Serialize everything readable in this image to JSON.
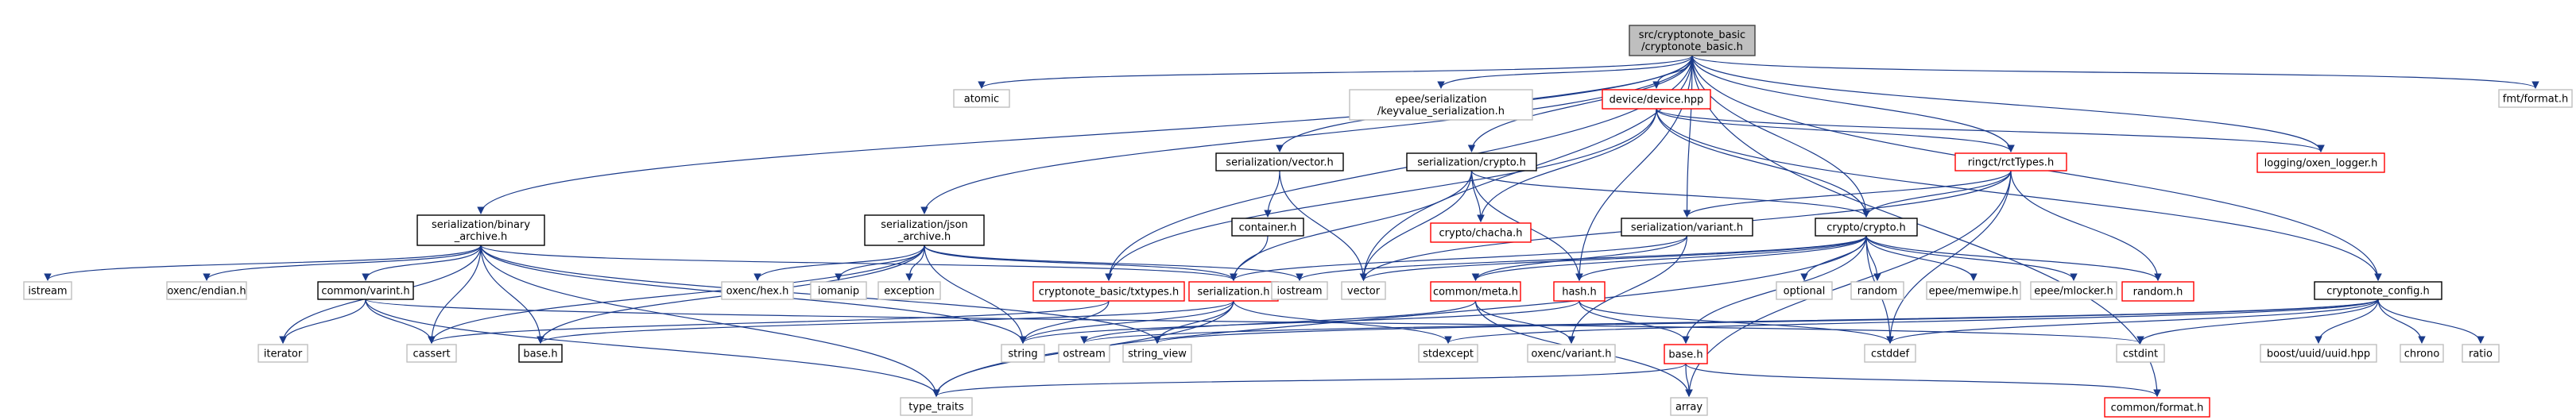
{
  "colors": {
    "root_fill": "#bfbfbf",
    "root_border": "#404040",
    "normal_border": "#000000",
    "truncated_border": "#ff0000",
    "system_border": "#bfbfbf",
    "system_text": "#555555",
    "edge": "#1a3a8a"
  },
  "nodes": [
    {
      "id": "root",
      "lines": [
        "src/cryptonote_basic",
        "/cryptonote_basic.h"
      ],
      "kind": "root"
    },
    {
      "id": "atomic",
      "lines": [
        "atomic"
      ],
      "kind": "system"
    },
    {
      "id": "epee_kv",
      "lines": [
        "epee/serialization",
        "/keyvalue_serialization.h"
      ],
      "kind": "system"
    },
    {
      "id": "device",
      "lines": [
        "device/device.hpp"
      ],
      "kind": "truncated"
    },
    {
      "id": "fmt_format",
      "lines": [
        "fmt/format.h"
      ],
      "kind": "system"
    },
    {
      "id": "ser_vector",
      "lines": [
        "serialization/vector.h"
      ],
      "kind": "normal"
    },
    {
      "id": "ser_crypto",
      "lines": [
        "serialization/crypto.h"
      ],
      "kind": "normal"
    },
    {
      "id": "ringct",
      "lines": [
        "ringct/rctTypes.h"
      ],
      "kind": "truncated"
    },
    {
      "id": "logging",
      "lines": [
        "logging/oxen_logger.h"
      ],
      "kind": "truncated"
    },
    {
      "id": "ser_binary",
      "lines": [
        "serialization/binary",
        "_archive.h"
      ],
      "kind": "normal"
    },
    {
      "id": "ser_json",
      "lines": [
        "serialization/json",
        "_archive.h"
      ],
      "kind": "normal"
    },
    {
      "id": "container",
      "lines": [
        "container.h"
      ],
      "kind": "normal"
    },
    {
      "id": "chacha",
      "lines": [
        "crypto/chacha.h"
      ],
      "kind": "truncated"
    },
    {
      "id": "ser_variant",
      "lines": [
        "serialization/variant.h"
      ],
      "kind": "normal"
    },
    {
      "id": "crypto_crypto",
      "lines": [
        "crypto/crypto.h"
      ],
      "kind": "normal"
    },
    {
      "id": "istream",
      "lines": [
        "istream"
      ],
      "kind": "system"
    },
    {
      "id": "oxenc_endian",
      "lines": [
        "oxenc/endian.h"
      ],
      "kind": "system"
    },
    {
      "id": "varint",
      "lines": [
        "common/varint.h"
      ],
      "kind": "normal"
    },
    {
      "id": "oxenc_hex",
      "lines": [
        "oxenc/hex.h"
      ],
      "kind": "system"
    },
    {
      "id": "iomanip",
      "lines": [
        "iomanip"
      ],
      "kind": "system"
    },
    {
      "id": "exception",
      "lines": [
        "exception"
      ],
      "kind": "system"
    },
    {
      "id": "txtypes",
      "lines": [
        "cryptonote_basic/txtypes.h"
      ],
      "kind": "truncated"
    },
    {
      "id": "serialization",
      "lines": [
        "serialization.h"
      ],
      "kind": "truncated"
    },
    {
      "id": "iostream",
      "lines": [
        "iostream"
      ],
      "kind": "system"
    },
    {
      "id": "vector",
      "lines": [
        "vector"
      ],
      "kind": "system"
    },
    {
      "id": "meta",
      "lines": [
        "common/meta.h"
      ],
      "kind": "truncated"
    },
    {
      "id": "hash",
      "lines": [
        "hash.h"
      ],
      "kind": "truncated"
    },
    {
      "id": "optional",
      "lines": [
        "optional"
      ],
      "kind": "system"
    },
    {
      "id": "random_sys",
      "lines": [
        "random"
      ],
      "kind": "system"
    },
    {
      "id": "memwipe",
      "lines": [
        "epee/memwipe.h"
      ],
      "kind": "system"
    },
    {
      "id": "mlocker",
      "lines": [
        "epee/mlocker.h"
      ],
      "kind": "system"
    },
    {
      "id": "random_h",
      "lines": [
        "random.h"
      ],
      "kind": "truncated"
    },
    {
      "id": "config",
      "lines": [
        "cryptonote_config.h"
      ],
      "kind": "normal"
    },
    {
      "id": "iterator",
      "lines": [
        "iterator"
      ],
      "kind": "system"
    },
    {
      "id": "cassert",
      "lines": [
        "cassert"
      ],
      "kind": "system"
    },
    {
      "id": "base_h",
      "lines": [
        "base.h"
      ],
      "kind": "normal"
    },
    {
      "id": "string",
      "lines": [
        "string"
      ],
      "kind": "system"
    },
    {
      "id": "ostream",
      "lines": [
        "ostream"
      ],
      "kind": "system"
    },
    {
      "id": "string_view",
      "lines": [
        "string_view"
      ],
      "kind": "system"
    },
    {
      "id": "stdexcept",
      "lines": [
        "stdexcept"
      ],
      "kind": "system"
    },
    {
      "id": "oxenc_variant",
      "lines": [
        "oxenc/variant.h"
      ],
      "kind": "system"
    },
    {
      "id": "base_red",
      "lines": [
        "base.h"
      ],
      "kind": "truncated"
    },
    {
      "id": "cstddef",
      "lines": [
        "cstddef"
      ],
      "kind": "system"
    },
    {
      "id": "cstdint",
      "lines": [
        "cstdint"
      ],
      "kind": "system"
    },
    {
      "id": "boost_uuid",
      "lines": [
        "boost/uuid/uuid.hpp"
      ],
      "kind": "system"
    },
    {
      "id": "chrono",
      "lines": [
        "chrono"
      ],
      "kind": "system"
    },
    {
      "id": "ratio",
      "lines": [
        "ratio"
      ],
      "kind": "system"
    },
    {
      "id": "type_traits",
      "lines": [
        "type_traits"
      ],
      "kind": "system"
    },
    {
      "id": "array",
      "lines": [
        "array"
      ],
      "kind": "system"
    },
    {
      "id": "common_format",
      "lines": [
        "common/format.h"
      ],
      "kind": "truncated"
    }
  ],
  "edges": [
    [
      "root",
      "atomic"
    ],
    [
      "root",
      "epee_kv"
    ],
    [
      "root",
      "device"
    ],
    [
      "root",
      "fmt_format"
    ],
    [
      "root",
      "ser_vector"
    ],
    [
      "root",
      "ser_crypto"
    ],
    [
      "root",
      "ringct"
    ],
    [
      "root",
      "logging"
    ],
    [
      "root",
      "ser_binary"
    ],
    [
      "root",
      "ser_json"
    ],
    [
      "root",
      "txtypes"
    ],
    [
      "root",
      "vector"
    ],
    [
      "root",
      "ser_variant"
    ],
    [
      "root",
      "crypto_crypto"
    ],
    [
      "root",
      "hash"
    ],
    [
      "root",
      "config"
    ],
    [
      "root",
      "common_format"
    ],
    [
      "device",
      "chacha"
    ],
    [
      "device",
      "crypto_crypto"
    ],
    [
      "device",
      "ringct"
    ],
    [
      "device",
      "logging"
    ],
    [
      "device",
      "txtypes"
    ],
    [
      "device",
      "config"
    ],
    [
      "ringct",
      "crypto_crypto"
    ],
    [
      "ringct",
      "ser_variant"
    ],
    [
      "ringct",
      "vector"
    ],
    [
      "ringct",
      "random_h"
    ],
    [
      "ringct",
      "cstddef"
    ],
    [
      "ringct",
      "array"
    ],
    [
      "ser_vector",
      "container"
    ],
    [
      "ser_vector",
      "vector"
    ],
    [
      "container",
      "serialization"
    ],
    [
      "ser_crypto",
      "chacha"
    ],
    [
      "ser_crypto",
      "crypto_crypto"
    ],
    [
      "ser_crypto",
      "serialization"
    ],
    [
      "ser_crypto",
      "vector"
    ],
    [
      "ser_crypto",
      "hash"
    ],
    [
      "ser_variant",
      "serialization"
    ],
    [
      "ser_variant",
      "meta"
    ],
    [
      "ser_variant",
      "oxenc_variant"
    ],
    [
      "crypto_crypto",
      "iostream"
    ],
    [
      "crypto_crypto",
      "vector"
    ],
    [
      "crypto_crypto",
      "optional"
    ],
    [
      "crypto_crypto",
      "random_sys"
    ],
    [
      "crypto_crypto",
      "memwipe"
    ],
    [
      "crypto_crypto",
      "mlocker"
    ],
    [
      "crypto_crypto",
      "random_h"
    ],
    [
      "crypto_crypto",
      "hash"
    ],
    [
      "crypto_crypto",
      "base_red"
    ],
    [
      "crypto_crypto",
      "type_traits"
    ],
    [
      "crypto_crypto",
      "cstddef"
    ],
    [
      "crypto_crypto",
      "meta"
    ],
    [
      "ser_binary",
      "istream"
    ],
    [
      "ser_binary",
      "oxenc_endian"
    ],
    [
      "ser_binary",
      "varint"
    ],
    [
      "ser_binary",
      "iterator"
    ],
    [
      "ser_binary",
      "cassert"
    ],
    [
      "ser_binary",
      "base_h"
    ],
    [
      "ser_binary",
      "string"
    ],
    [
      "ser_binary",
      "string_view"
    ],
    [
      "ser_binary",
      "type_traits"
    ],
    [
      "ser_binary",
      "serialization"
    ],
    [
      "varint",
      "iterator"
    ],
    [
      "varint",
      "cassert"
    ],
    [
      "varint",
      "type_traits"
    ],
    [
      "varint",
      "cstdint"
    ],
    [
      "ser_json",
      "oxenc_hex"
    ],
    [
      "ser_json",
      "iomanip"
    ],
    [
      "ser_json",
      "exception"
    ],
    [
      "ser_json",
      "serialization"
    ],
    [
      "ser_json",
      "iostream"
    ],
    [
      "ser_json",
      "cassert"
    ],
    [
      "ser_json",
      "base_h"
    ],
    [
      "ser_json",
      "string"
    ],
    [
      "txtypes",
      "cassert"
    ],
    [
      "txtypes",
      "string"
    ],
    [
      "serialization",
      "string"
    ],
    [
      "serialization",
      "string_view"
    ],
    [
      "serialization",
      "type_traits"
    ],
    [
      "serialization",
      "stdexcept"
    ],
    [
      "serialization",
      "base_h"
    ],
    [
      "meta",
      "oxenc_variant"
    ],
    [
      "meta",
      "ostream"
    ],
    [
      "meta",
      "array"
    ],
    [
      "hash",
      "base_red"
    ],
    [
      "hash",
      "string"
    ],
    [
      "hash",
      "cstddef"
    ],
    [
      "base_red",
      "array"
    ],
    [
      "base_red",
      "type_traits"
    ],
    [
      "base_red",
      "common_format"
    ],
    [
      "config",
      "string_view"
    ],
    [
      "config",
      "cstddef"
    ],
    [
      "config",
      "cstdint"
    ],
    [
      "config",
      "boost_uuid"
    ],
    [
      "config",
      "chrono"
    ],
    [
      "config",
      "ratio"
    ],
    [
      "config",
      "stdexcept"
    ],
    [
      "config",
      "ostream"
    ]
  ]
}
